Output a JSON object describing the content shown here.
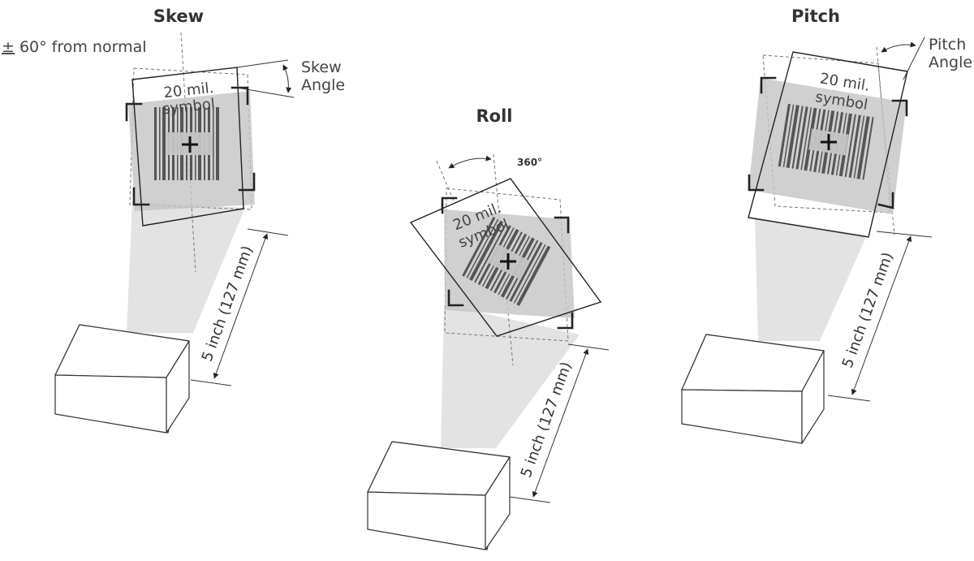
{
  "skew": {
    "title": "Skew",
    "range_prefix": "±",
    "range_text": " 60° from normal",
    "angle_line1": "Skew",
    "angle_line2": "Angle",
    "symbol_line1": "20 mil.",
    "symbol_line2": "symbol",
    "distance": "5 inch (127 mm)"
  },
  "roll": {
    "title": "Roll",
    "angle": "360°",
    "symbol_line1": "20 mil.",
    "symbol_line2": "symbol",
    "distance": "5 inch (127 mm)"
  },
  "pitch": {
    "title": "Pitch",
    "angle_line1": "Pitch",
    "angle_line2": "Angle",
    "symbol_line1": "20 mil.",
    "symbol_line2": "symbol",
    "distance": "5 inch (127 mm)"
  },
  "icons": [
    "scanner-box-icon",
    "barcode-icon",
    "crosshair-icon",
    "arrow-icon"
  ]
}
